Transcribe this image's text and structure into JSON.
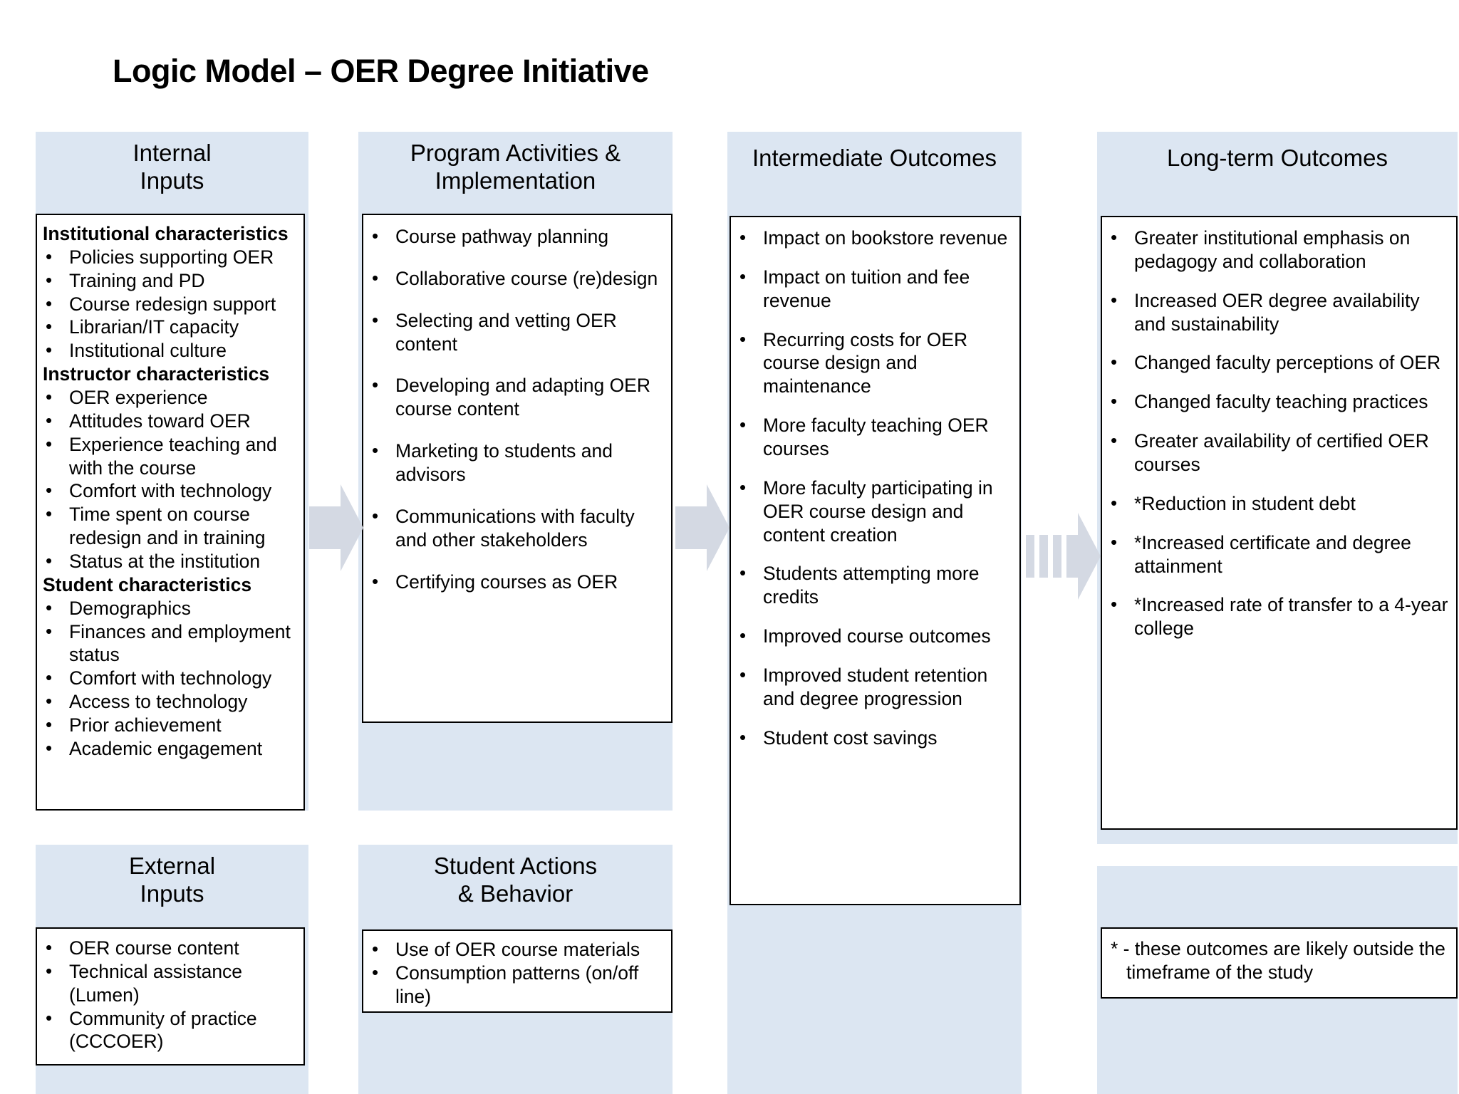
{
  "title": "Logic Model – OER Degree Initiative",
  "colors": {
    "header_band": "#dce6f2",
    "column_backdrop": "#dce6f2",
    "box_border": "#000000",
    "arrow_fill": "#d4d9e3",
    "text": "#000000"
  },
  "columns": [
    {
      "id": "internal-inputs",
      "header_lines": [
        "Internal",
        "Inputs"
      ],
      "items": [
        {
          "type": "head",
          "text": "Institutional characteristics"
        },
        {
          "type": "bullet",
          "text": "Policies supporting OER"
        },
        {
          "type": "bullet",
          "text": "Training and PD"
        },
        {
          "type": "bullet",
          "text": "Course redesign support"
        },
        {
          "type": "bullet",
          "text": "Librarian/IT capacity"
        },
        {
          "type": "bullet",
          "text": "Institutional culture"
        },
        {
          "type": "head",
          "text": "Instructor characteristics"
        },
        {
          "type": "bullet",
          "text": "OER experience"
        },
        {
          "type": "bullet",
          "text": "Attitudes toward OER"
        },
        {
          "type": "bullet",
          "text": "Experience teaching and with the course"
        },
        {
          "type": "bullet",
          "text": "Comfort with technology"
        },
        {
          "type": "bullet",
          "text": "Time spent on course redesign and in training"
        },
        {
          "type": "bullet",
          "text": "Status at the institution"
        },
        {
          "type": "head",
          "text": "Student characteristics"
        },
        {
          "type": "bullet",
          "text": "Demographics"
        },
        {
          "type": "bullet",
          "text": "Finances and employment status"
        },
        {
          "type": "bullet",
          "text": "Comfort with technology"
        },
        {
          "type": "bullet",
          "text": "Access to technology"
        },
        {
          "type": "bullet",
          "text": "Prior achievement"
        },
        {
          "type": "bullet",
          "text": "Academic engagement"
        }
      ]
    },
    {
      "id": "external-inputs",
      "header_lines": [
        "External",
        "Inputs"
      ],
      "items": [
        {
          "type": "bullet",
          "text": "OER course content"
        },
        {
          "type": "bullet",
          "text": "Technical assistance (Lumen)"
        },
        {
          "type": "bullet",
          "text": "Community of practice (CCCOER)"
        }
      ]
    },
    {
      "id": "program-activities",
      "header_lines": [
        "Program Activities &",
        "Implementation"
      ],
      "items": [
        {
          "type": "bullet",
          "text": "Course pathway planning"
        },
        {
          "type": "bullet",
          "text": "Collaborative course (re)design"
        },
        {
          "type": "bullet",
          "text": "Selecting and vetting OER content"
        },
        {
          "type": "bullet",
          "text": "Developing and adapting OER course content"
        },
        {
          "type": "bullet",
          "text": "Marketing to students and advisors"
        },
        {
          "type": "bullet",
          "text": "Communications with faculty and other stakeholders"
        },
        {
          "type": "bullet",
          "text": "Certifying courses as OER"
        }
      ]
    },
    {
      "id": "student-actions",
      "header_lines": [
        "Student Actions",
        "& Behavior"
      ],
      "items": [
        {
          "type": "bullet",
          "text": "Use of OER course materials"
        },
        {
          "type": "bullet",
          "text": "Consumption patterns (on/off line)"
        }
      ]
    },
    {
      "id": "intermediate-outcomes",
      "header_lines": [
        "Intermediate  Outcomes"
      ],
      "items": [
        {
          "type": "bullet",
          "text": "Impact on bookstore revenue"
        },
        {
          "type": "bullet",
          "text": "Impact on tuition and fee revenue"
        },
        {
          "type": "bullet",
          "text": "Recurring costs for OER course design and maintenance"
        },
        {
          "type": "bullet",
          "text": "More faculty teaching OER courses"
        },
        {
          "type": "bullet",
          "text": "More faculty participating in OER course design and content creation"
        },
        {
          "type": "bullet",
          "text": "Students attempting more credits"
        },
        {
          "type": "bullet",
          "text": "Improved course outcomes"
        },
        {
          "type": "bullet",
          "text": "Improved student retention and degree progression"
        },
        {
          "type": "bullet",
          "text": "Student cost savings"
        }
      ]
    },
    {
      "id": "long-term-outcomes",
      "header_lines": [
        "Long-term Outcomes"
      ],
      "items": [
        {
          "type": "bullet",
          "text": "Greater institutional emphasis on pedagogy and collaboration"
        },
        {
          "type": "bullet",
          "text": "Increased OER degree availability and sustainability"
        },
        {
          "type": "bullet",
          "text": "Changed faculty perceptions of OER"
        },
        {
          "type": "bullet",
          "text": "Changed faculty teaching practices"
        },
        {
          "type": "bullet",
          "text": "Greater availability of certified OER courses"
        },
        {
          "type": "bullet",
          "text": "*Reduction in student debt"
        },
        {
          "type": "bullet",
          "text": "*Increased certificate and degree attainment"
        },
        {
          "type": "bullet",
          "text": "*Increased rate of transfer to a 4-year college"
        }
      ]
    }
  ],
  "footnote": {
    "text": "* - these outcomes are likely outside the timeframe of the study"
  },
  "arrows": [
    {
      "id": "arrow-inputs-to-activities",
      "style": "solid"
    },
    {
      "id": "arrow-activities-to-intermediate",
      "style": "solid"
    },
    {
      "id": "arrow-intermediate-to-longterm",
      "style": "striped"
    }
  ]
}
